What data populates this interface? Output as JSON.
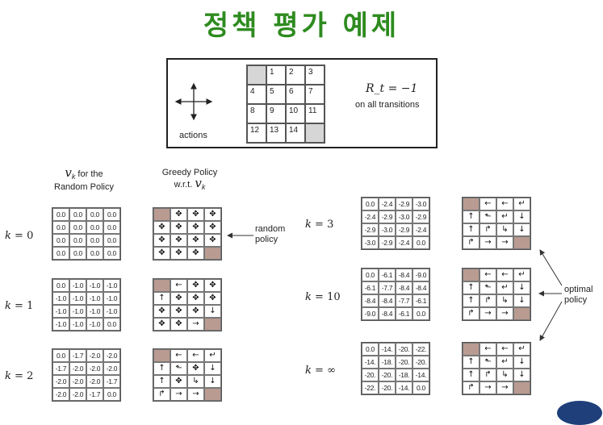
{
  "title": "정책 평가 예제",
  "top": {
    "actions_label": "actions",
    "cells": [
      "",
      "1",
      "2",
      "3",
      "4",
      "5",
      "6",
      "7",
      "8",
      "9",
      "10",
      "11",
      "12",
      "13",
      "14",
      ""
    ],
    "reward_formula": "R_t = −1",
    "reward_note": "on all transitions"
  },
  "headers": {
    "value_symbol": "v",
    "value_sub": "k",
    "value_text1": "for the",
    "value_text2": "Random Policy",
    "policy_text1": "Greedy Policy",
    "policy_text2": "w.r.t.",
    "policy_symbol": "v",
    "policy_sub": "k"
  },
  "annotations": {
    "random_policy": [
      "random",
      "policy"
    ],
    "optimal_policy": [
      "optimal",
      "policy"
    ]
  },
  "panels": [
    {
      "k": "0",
      "values": [
        "0.0",
        "0.0",
        "0.0",
        "0.0",
        "0.0",
        "0.0",
        "0.0",
        "0.0",
        "0.0",
        "0.0",
        "0.0",
        "0.0",
        "0.0",
        "0.0",
        "0.0",
        "0.0"
      ],
      "policy": [
        "T",
        "A",
        "A",
        "A",
        "A",
        "A",
        "A",
        "A",
        "A",
        "A",
        "A",
        "A",
        "A",
        "A",
        "A",
        "T"
      ]
    },
    {
      "k": "1",
      "values": [
        "0.0",
        "-1.0",
        "-1.0",
        "-1.0",
        "-1.0",
        "-1.0",
        "-1.0",
        "-1.0",
        "-1.0",
        "-1.0",
        "-1.0",
        "-1.0",
        "-1.0",
        "-1.0",
        "-1.0",
        "0.0"
      ],
      "policy": [
        "T",
        "L",
        "A",
        "A",
        "U",
        "A",
        "A",
        "A",
        "A",
        "A",
        "A",
        "D",
        "A",
        "A",
        "R",
        "T"
      ]
    },
    {
      "k": "2",
      "values": [
        "0.0",
        "-1.7",
        "-2.0",
        "-2.0",
        "-1.7",
        "-2.0",
        "-2.0",
        "-2.0",
        "-2.0",
        "-2.0",
        "-2.0",
        "-1.7",
        "-2.0",
        "-2.0",
        "-1.7",
        "0.0"
      ],
      "policy": [
        "T",
        "L",
        "L",
        "LD",
        "U",
        "LU",
        "A",
        "D",
        "U",
        "A",
        "RD",
        "D",
        "RU",
        "R",
        "R",
        "T"
      ]
    },
    {
      "k": "3",
      "values": [
        "0.0",
        "-2.4",
        "-2.9",
        "-3.0",
        "-2.4",
        "-2.9",
        "-3.0",
        "-2.9",
        "-2.9",
        "-3.0",
        "-2.9",
        "-2.4",
        "-3.0",
        "-2.9",
        "-2.4",
        "0.0"
      ],
      "policy": [
        "T",
        "L",
        "L",
        "LD",
        "U",
        "LU",
        "LD",
        "D",
        "U",
        "RU",
        "RD",
        "D",
        "RU",
        "R",
        "R",
        "T"
      ]
    },
    {
      "k": "10",
      "values": [
        "0.0",
        "-6.1",
        "-8.4",
        "-9.0",
        "-6.1",
        "-7.7",
        "-8.4",
        "-8.4",
        "-8.4",
        "-8.4",
        "-7.7",
        "-6.1",
        "-9.0",
        "-8.4",
        "-6.1",
        "0.0"
      ],
      "policy": [
        "T",
        "L",
        "L",
        "LD",
        "U",
        "LU",
        "LD",
        "D",
        "U",
        "RU",
        "RD",
        "D",
        "RU",
        "R",
        "R",
        "T"
      ]
    },
    {
      "k": "∞",
      "values": [
        "0.0",
        "-14.",
        "-20.",
        "-22.",
        "-14.",
        "-18.",
        "-20.",
        "-20.",
        "-20.",
        "-20.",
        "-18.",
        "-14.",
        "-22.",
        "-20.",
        "-14.",
        "0.0"
      ],
      "policy": [
        "T",
        "L",
        "L",
        "LD",
        "U",
        "LU",
        "LD",
        "D",
        "U",
        "RU",
        "RD",
        "D",
        "RU",
        "R",
        "R",
        "T"
      ]
    }
  ],
  "arrow_glyphs": {
    "T": "",
    "A": "✥",
    "L": "←",
    "R": "→",
    "U": "↑",
    "D": "↓",
    "LD": "↵",
    "LU": "⬑",
    "RD": "↳",
    "RU": "↱"
  }
}
